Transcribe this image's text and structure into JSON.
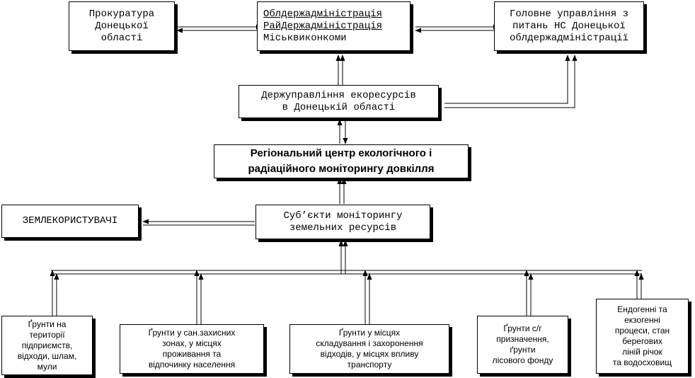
{
  "boxes": {
    "prokuratura": [
      "Прокуратура",
      "Донецької",
      "області"
    ],
    "oblderzh": [
      "Облдержадміністрація",
      "РайДержадміністрація",
      "Міськвиконкоми"
    ],
    "holovne": [
      "Головне управління з",
      "питань НС Донецької",
      "облдержадміністрації"
    ],
    "derzhupr": [
      "Держуправління екоресурсів",
      "в  Донецькій  області"
    ],
    "centre": [
      "Регіональний центр екологічного і",
      "радіаційного моніторингу довкілля"
    ],
    "zemlek": [
      "ЗЕМЛЕКОРИСТУВАЧІ"
    ],
    "subjects": [
      "Суб’єкти моніторингу",
      "земельних ресурсів"
    ],
    "grunty1": [
      "Ґрунти на",
      "території",
      "підприємств,",
      "відходи, шлам,",
      "мули"
    ],
    "grunty2": [
      "Ґрунти у сан.захисних",
      "зонах, у місцях",
      "проживання    та",
      "відпочинку населення"
    ],
    "grunty3": [
      "Ґрунти у місцях",
      "складування і захоронення",
      "відходів, у місцях впливу",
      "транспорту"
    ],
    "grunty4": [
      "Ґрунти с/г",
      "призначення,",
      "ґрунти",
      "лісового фонду"
    ],
    "endogenni": [
      "Ендогенні та",
      "екзогенні",
      "процеси, стан",
      "берегових",
      "ліній   річок",
      "та водосховищ"
    ]
  }
}
